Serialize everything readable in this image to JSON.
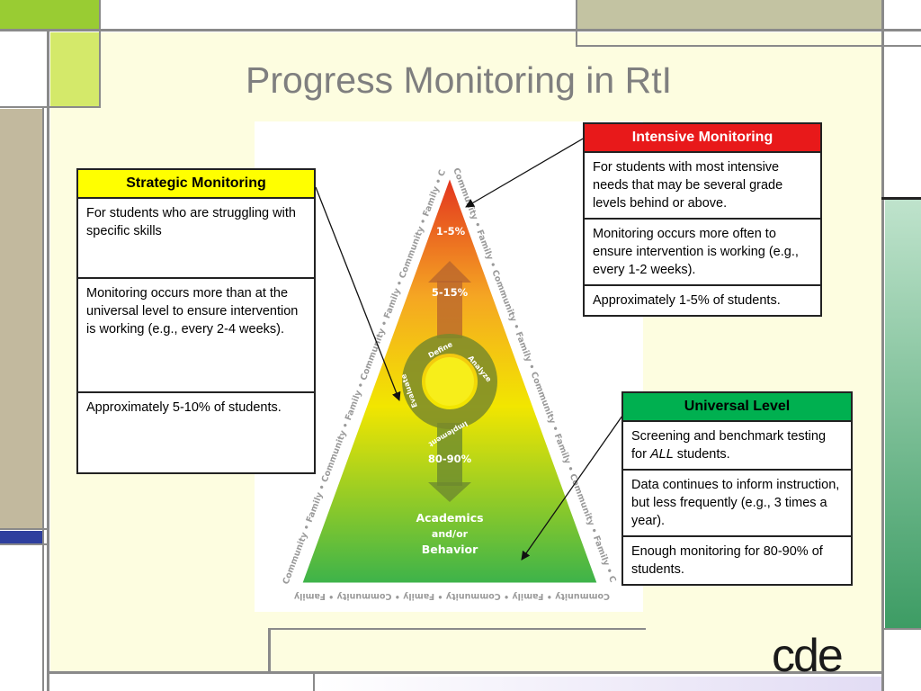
{
  "slide": {
    "title": "Progress Monitoring in RtI",
    "logo_text": "cde"
  },
  "pyramid": {
    "tiers": [
      "1-5%",
      "5-15%",
      "80-90%"
    ],
    "base_label_lines": [
      "Academics",
      "and/or",
      "Behavior"
    ],
    "cycle_steps": [
      "Define",
      "Analyze",
      "Implement",
      "Evaluate"
    ],
    "border_text": "Community • Family • Community • Family • Community • Family • Community • Family • Community • Family • Community • Family • Community",
    "colors": {
      "top": "#e0241e",
      "mid": "#f5a623",
      "yellow": "#f2e600",
      "bottom": "#3db34a"
    }
  },
  "strategic": {
    "header": "Strategic Monitoring",
    "header_color": "#ffff00",
    "rows": [
      "For students who are struggling with specific skills",
      "Monitoring occurs more than at the universal level to ensure intervention is working (e.g., every 2-4 weeks).",
      "Approximately 5-10% of students."
    ]
  },
  "intensive": {
    "header": "Intensive Monitoring",
    "header_color": "#e8191a",
    "rows": [
      "For students with most intensive needs that may be several grade levels behind or above.",
      "Monitoring occurs more often to ensure intervention is working (e.g., every 1-2 weeks).",
      "Approximately 1-5% of students."
    ]
  },
  "universal": {
    "header": "Universal Level",
    "header_color": "#00b050",
    "rows": [
      "Screening and benchmark testing for",
      "ALL",
      "students.",
      "Data continues to inform instruction, but less frequently (e.g., 3 times a year).",
      "Enough monitoring for 80-90% of students."
    ]
  }
}
